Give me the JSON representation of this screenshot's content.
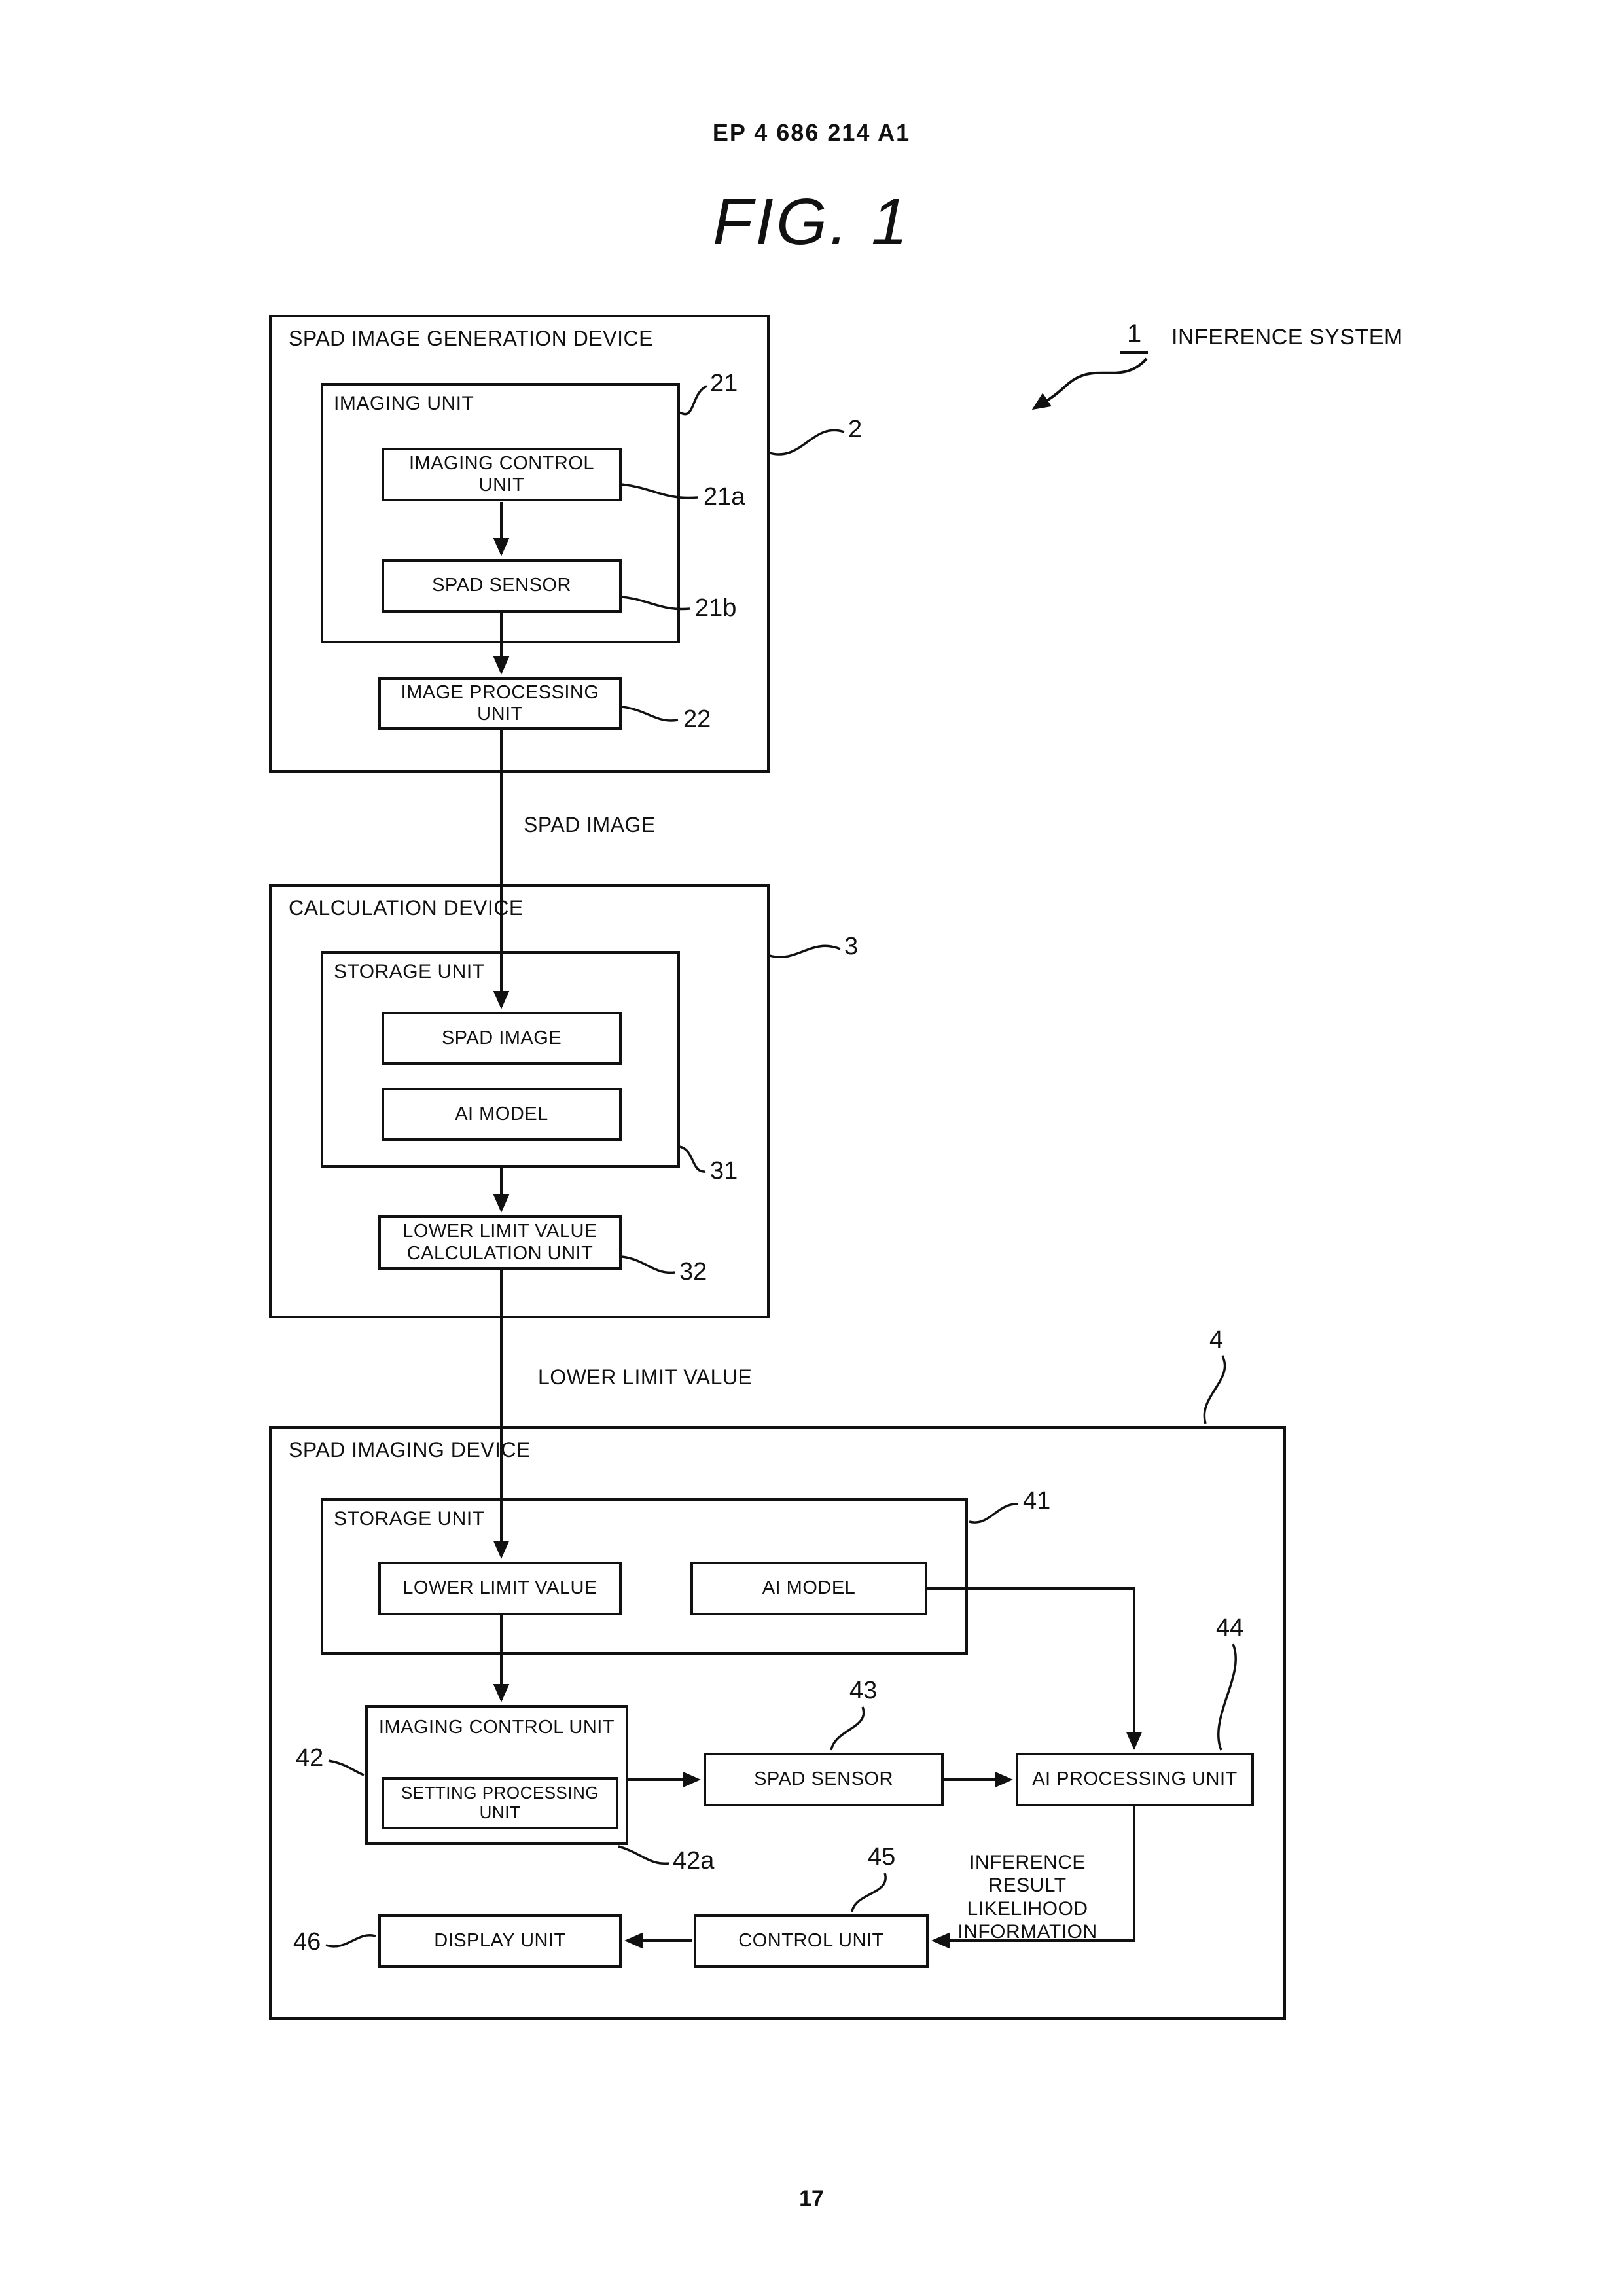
{
  "page": {
    "patent_number": "EP 4 686 214 A1",
    "figure_title": "FIG. 1",
    "page_number": "17"
  },
  "system": {
    "ref": "1",
    "label": "INFERENCE SYSTEM"
  },
  "generation_device": {
    "title": "SPAD IMAGE GENERATION DEVICE",
    "ref": "2",
    "imaging_unit": {
      "title": "IMAGING UNIT",
      "ref": "21"
    },
    "imaging_control_unit": {
      "label": "IMAGING CONTROL UNIT",
      "ref": "21a"
    },
    "spad_sensor": {
      "label": "SPAD SENSOR",
      "ref": "21b"
    },
    "image_processing_unit": {
      "label": "IMAGE PROCESSING UNIT",
      "ref": "22"
    }
  },
  "calculation_device": {
    "title": "CALCULATION DEVICE",
    "ref": "3",
    "storage_unit": {
      "title": "STORAGE UNIT",
      "ref": "31"
    },
    "spad_image": {
      "label": "SPAD IMAGE"
    },
    "ai_model": {
      "label": "AI MODEL"
    },
    "lower_limit_calc_unit": {
      "label": "LOWER LIMIT VALUE\nCALCULATION UNIT",
      "ref": "32"
    }
  },
  "imaging_device": {
    "title": "SPAD IMAGING DEVICE",
    "ref": "4",
    "storage_unit": {
      "title": "STORAGE UNIT",
      "ref": "41"
    },
    "lower_limit_value": {
      "label": "LOWER LIMIT VALUE"
    },
    "ai_model": {
      "label": "AI MODEL"
    },
    "imaging_control_unit": {
      "title": "IMAGING CONTROL UNIT",
      "ref": "42"
    },
    "setting_processing_unit": {
      "label": "SETTING PROCESSING UNIT",
      "ref": "42a"
    },
    "spad_sensor": {
      "label": "SPAD SENSOR",
      "ref": "43"
    },
    "ai_processing_unit": {
      "label": "AI PROCESSING UNIT",
      "ref": "44"
    },
    "control_unit": {
      "label": "CONTROL UNIT",
      "ref": "45"
    },
    "display_unit": {
      "label": "DISPLAY UNIT",
      "ref": "46"
    }
  },
  "flows": {
    "spad_image": "SPAD IMAGE",
    "lower_limit_value": "LOWER LIMIT VALUE",
    "inference_result": "INFERENCE RESULT\nLIKELIHOOD\nINFORMATION"
  }
}
